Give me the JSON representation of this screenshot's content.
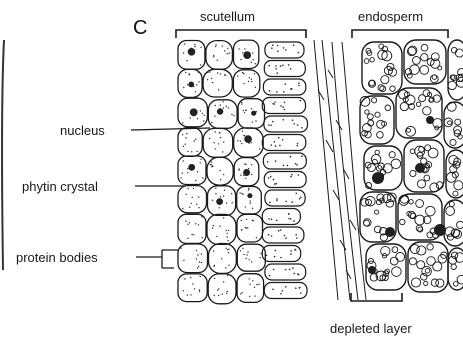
{
  "figure": {
    "panel_letter": "C",
    "regions": {
      "scutellum": "scutellum",
      "endosperm": "endosperm",
      "depleted_layer": "depleted layer"
    },
    "labels": {
      "nucleus": "nucleus",
      "phytin_crystal": "phytin crystal",
      "protein_bodies": "protein bodies"
    }
  }
}
